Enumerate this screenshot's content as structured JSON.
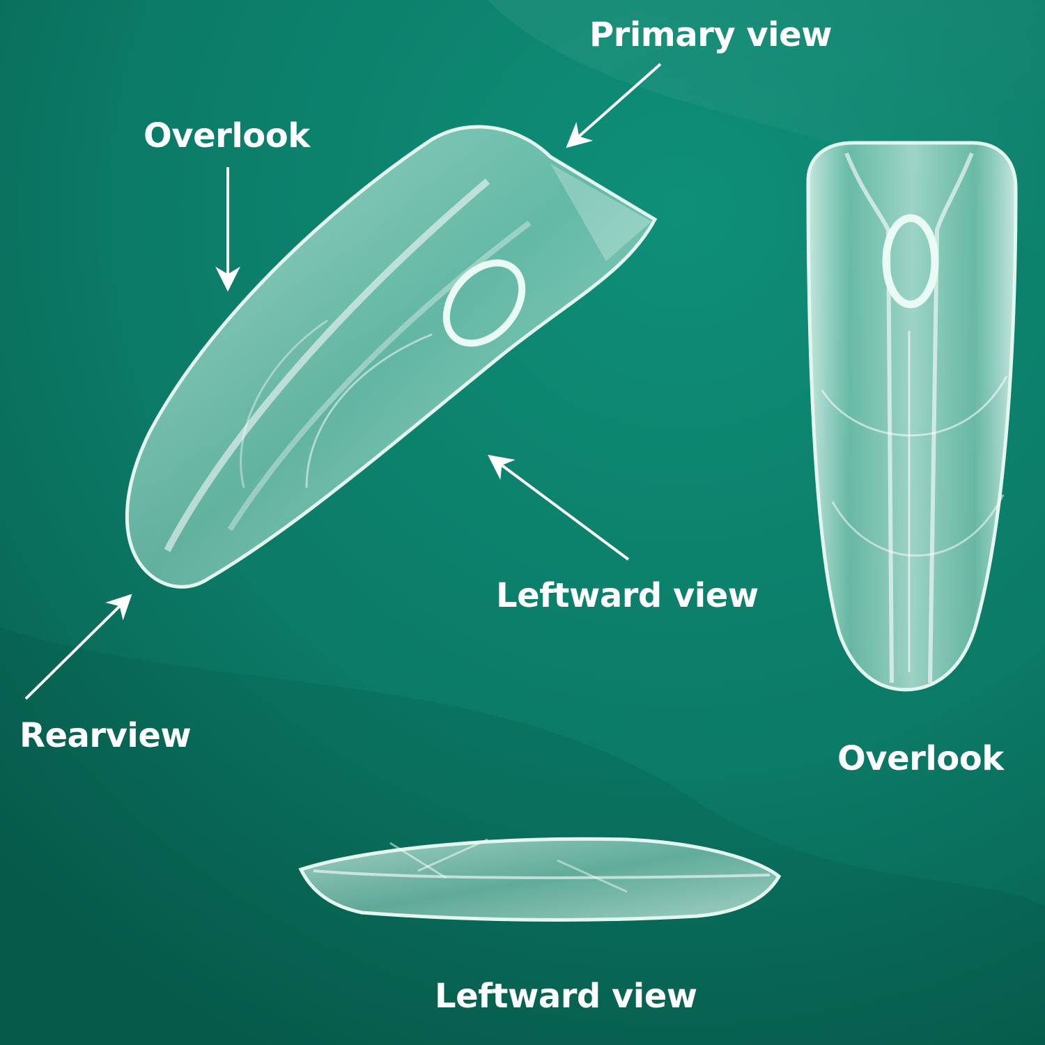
{
  "labels": {
    "primary_view": "Primary view",
    "overlook_top": "Overlook",
    "leftward_view_mid": "Leftward view",
    "rearview": "Rearview",
    "overlook_right": "Overlook",
    "leftward_view_bottom": "Leftward view"
  },
  "colors": {
    "background": "#0b7a66",
    "background_light": "#0e8a73",
    "label_text": "#ffffff",
    "nail_fill": "#bfe9dc",
    "nail_edge": "#e4f7ef"
  }
}
